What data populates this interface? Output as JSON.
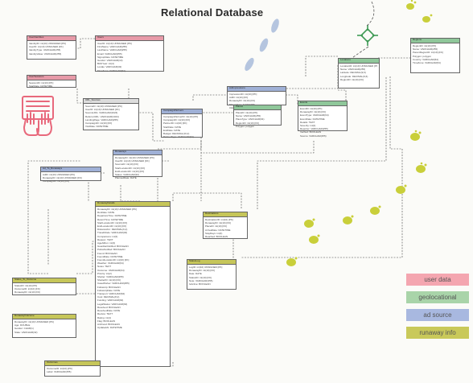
{
  "title": "Relational Database",
  "legend": [
    {
      "label": "user data",
      "color": "#f4a6b0"
    },
    {
      "label": "geolocational",
      "color": "#a9d4a9"
    },
    {
      "label": "ad source",
      "color": "#a8b8e0"
    },
    {
      "label": "runaway info",
      "color": "#c9c95a"
    }
  ],
  "colors": {
    "user": "#e79aa8",
    "geo": "#8fc79a",
    "ad": "#9fb0d6",
    "run": "#c6c65a",
    "footprint": "#c9cf3a",
    "footprint_blue": "#9fb6d8"
  },
  "icons": [
    "keyboard-hands-icon",
    "crosshair-icon",
    "footprint-icon"
  ],
  "tables": {
    "t1": {
      "name": "UserIdentities",
      "rows": [
        "IdentityID: int(10) UNSIGNED [PK]",
        "UserID: int(10) UNSIGNED [FK]",
        "IdentityType: VARCHAR(255)",
        "IdentityValue: VARCHAR(255)"
      ]
    },
    "t2": {
      "name": "Users",
      "rows": [
        "UserID: int(10) UNSIGNED [PK]",
        "FirstName: VARCHAR(255)",
        "LastName: VARCHAR(255)",
        "Email: VARCHAR(255)",
        "SignupDate: DATETIME",
        "Gender: VARCHAR(10)",
        "BirthYear: int(4)",
        "Locale: VARCHAR(32)",
        "TimeZone: VARCHAR(64)"
      ]
    },
    "t3": {
      "name": "UserSessions",
      "rows": [
        "SessionID: int(10) [PK]",
        "StartDate: DATETIME"
      ]
    },
    "t4": {
      "name": "URL_Sources",
      "rows": [
        "SourceID: int(10) UNSIGNED [PK]",
        "UserID: int(10) UNSIGNED [FK]",
        "SourceURL: VARCHAR(1024)",
        "ReferrerURL: VARCHAR(1024)",
        "LandingPage: VARCHAR(255)",
        "CampaignID: int(10) [FK]",
        "VisitDate: DATETIME"
      ]
    },
    "t5": {
      "name": "Runaways",
      "rows": [
        "RunawayID: int(10) UNSIGNED [PK]",
        "UserID: int(10) UNSIGNED [FK]",
        "SourceID: int(10) [FK]",
        "StartLocationID: int(10) [FK]",
        "EndLocationID: int(10) [FK]",
        "Status: VARCHAR(32)",
        "PlannedDate: DATE"
      ]
    },
    "t6": {
      "name": "CampaignPartners",
      "rows": [
        "CampaignPartnerID: int(10) [PK]",
        "CampaignID: int(10) [FK]",
        "PartnerID: int(10) [FK]",
        "StartDate: DATE",
        "EndDate: DATE",
        "Budget: DECIMAL(10,2)",
        "PartnerType: VARCHAR(64)"
      ]
    },
    "t7": {
      "name": "Ad_To_Runaways",
      "rows": [
        "AdID: int(10) UNSIGNED [PK]",
        "RunawayID: int(10) UNSIGNED [FK]",
        "CampaignID: int(10) [FK]"
      ]
    },
    "t8": {
      "name": "AdImpressions",
      "rows": [
        "ImpressionID: int(10) [PK]",
        "AdID: int(10) [FK]",
        "RunawayID: int(10) [FK]",
        "ShownDate: DATETIME",
        "ClickCount: int(10)"
      ]
    },
    "t9": {
      "name": "Events",
      "rows": [
        "EventID: int(10) [PK]",
        "RunawayID: int(10) [FK]",
        "EventType: VARCHAR(64)",
        "EventDate: DATETIME",
        "Details: TEXT",
        "Severity: int(2)",
        "Reporter: VARCHAR(255)",
        "Verified: BOOLEAN",
        "Source: VARCHAR(255)"
      ]
    },
    "t10": {
      "name": "Locations",
      "rows": [
        "LocationID: int(10) UNSIGNED [PK]",
        "Name: VARCHAR(255)",
        "Latitude: DECIMAL(9,6)",
        "Longitude: DECIMAL(9,6)",
        "RegionID: int(10) [FK]"
      ]
    },
    "t11": {
      "name": "Regions",
      "rows": [
        "RegionID: int(10) [PK]",
        "Name: VARCHAR(255)",
        "ParentRegionID: int(10) [FK]",
        "Polygon: polygon",
        "Country: VARCHAR(64)",
        "TimeZone: VARCHAR(64)"
      ]
    },
    "t12": {
      "name": "Places",
      "rows": [
        "PlaceID: int(10) [PK]",
        "Name: VARCHAR(255)",
        "PlaceType: VARCHAR(64)",
        "RegionID: int(10) [FK]",
        "Polygon: polygon"
      ]
    },
    "t13": {
      "name": "RunawayDetails",
      "rows": [
        "RunawayID: int(10) UNSIGNED [PK]",
        "RunDate: DATE",
        "DepartureTime: DATETIME",
        "ReturnTime: DATETIME",
        "StartLocationID: int(10) [FK]",
        "EndLocationID: int(10) [FK]",
        "DistanceKm: DECIMAL(6,2)",
        "TravelMode: VARCHAR(32)",
        "Companions: int(3)",
        "Reason: TEXT",
        "AgeAtRun: int(3)",
        "GuardianNotified: BOOLEAN",
        "PoliceNotified: BOOLEAN",
        "Found: BOOLEAN",
        "FoundDate: DATETIME",
        "FoundLocationID: int(10) [FK]",
        "Weather: VARCHAR(64)",
        "Notes: TEXT",
        "Outcome: VARCHAR(64)",
        "Priority: int(2)",
        "Shelter: VARCHAR(255)",
        "ShelterID: int(10) [FK]",
        "CaseWorker: VARCHAR(255)",
        "FollowUp: BOOLEAN",
        "FollowUpDate: DATE",
        "Transport: VARCHAR(64)",
        "Cost: DECIMAL(8,2)",
        "Funding: VARCHAR(64)",
        "LegalStatus: VARCHAR(64)",
        "Resolved: BOOLEAN",
        "ResolvedDate: DATE",
        "Review: TEXT",
        "Rating: int(1)",
        "Flag: BOOLEAN",
        "Archived: BOOLEAN",
        "UpdatedAt: DATETIME"
      ]
    },
    "t14": {
      "name": "Destinations",
      "rows": [
        "DestinationID: int(10) [PK]",
        "RunawayID: int(10) [FK]",
        "PlaceID: int(10) [FK]",
        "ArrivalDate: DATETIME",
        "StayDays: int(4)",
        "Reached: BOOLEAN"
      ]
    },
    "t15": {
      "name": "StatusLog",
      "rows": [
        "LogID: int(10) UNSIGNED [PK]",
        "RunawayID: int(10) [FK]",
        "Date: DATE",
        "StatusID: int(10) [FK]",
        "Note: VARCHAR(255)",
        "IsActive: BOOLEAN"
      ]
    },
    "t16": {
      "name": "Status_To_Outcome",
      "rows": [
        "StatusID: int(10) [PK]",
        "OutcomeID: int(10) [FK]",
        "RunawayID: int(10) [FK]"
      ]
    },
    "t17": {
      "name": "RunawayOutcome",
      "rows": [
        "RunawayID: int(10) UNSIGNED [PK]",
        "Age: DOUBLE",
        "Gender: CHAR(1)",
        "State: VARCHAR(32)"
      ]
    },
    "t18": {
      "name": "Outcomes",
      "rows": [
        "OutcomeID: int(10) [PK]",
        "Label: VARCHAR(255)"
      ]
    }
  }
}
